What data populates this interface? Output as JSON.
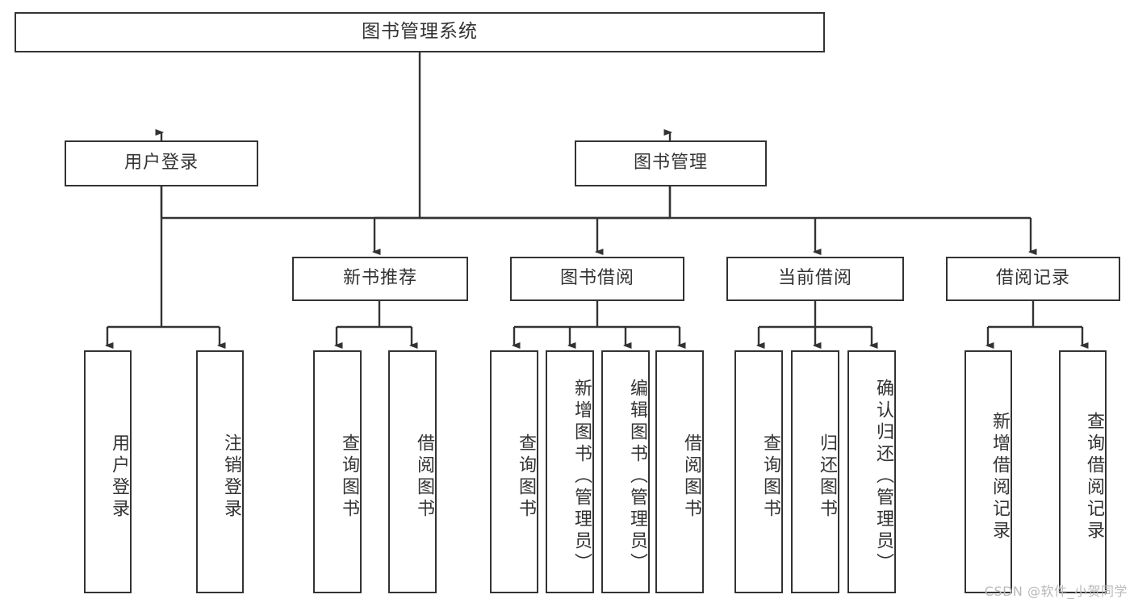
{
  "diagram": {
    "title": "图书管理系统",
    "type": "tree",
    "colors": {
      "box_border": "#333333",
      "box_fill": "#ffffff",
      "text": "#333333",
      "connector": "#333333",
      "watermark": "#b9b9b9"
    },
    "root": {
      "label": "图书管理系统"
    },
    "level2": [
      {
        "label": "用户登录"
      },
      {
        "label": "图书管理"
      }
    ],
    "level3": [
      {
        "label": "新书推荐"
      },
      {
        "label": "图书借阅"
      },
      {
        "label": "当前借阅"
      },
      {
        "label": "借阅记录"
      }
    ],
    "leaves": {
      "user_login": [
        {
          "label": "用户登录"
        },
        {
          "label": "注销登录"
        }
      ],
      "new_book_recommend": [
        {
          "label": "查询图书"
        },
        {
          "label": "借阅图书"
        }
      ],
      "book_borrow": [
        {
          "label": "查询图书"
        },
        {
          "label": "新增图书（管理员）"
        },
        {
          "label": "编辑图书（管理员）"
        },
        {
          "label": "借阅图书"
        }
      ],
      "current_borrow": [
        {
          "label": "查询图书"
        },
        {
          "label": "归还图书"
        },
        {
          "label": "确认归还（管理员）"
        }
      ],
      "borrow_record": [
        {
          "label": "新增借阅记录"
        },
        {
          "label": "查询借阅记录"
        }
      ]
    }
  },
  "watermark": {
    "text": "CSDN @软件_小贺同学"
  }
}
